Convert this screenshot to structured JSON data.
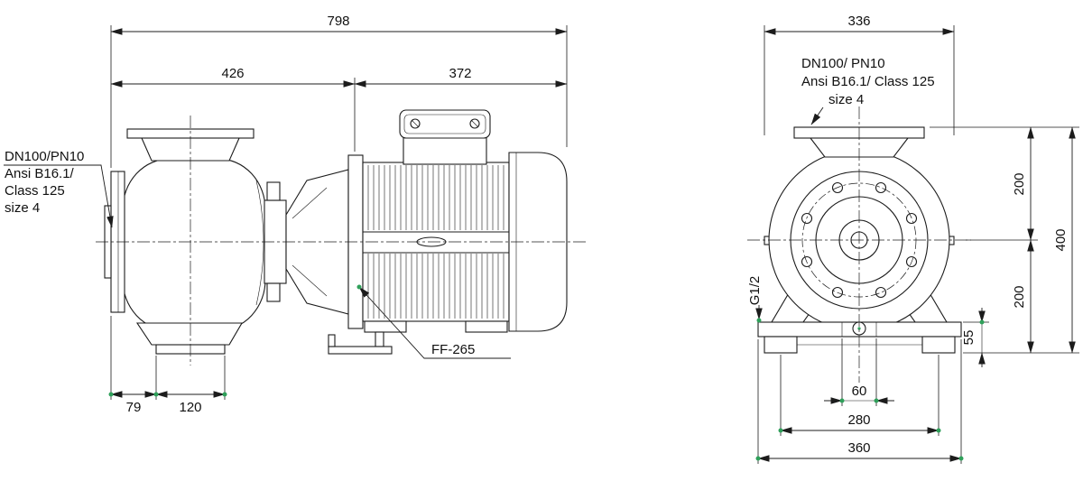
{
  "side_view": {
    "dim_overall": "798",
    "dim_pump_length": "426",
    "dim_motor_length": "372",
    "dim_foot_offset": "79",
    "dim_foot_span": "120",
    "label_mounting": "FF-265",
    "flange_label": {
      "line1": "DN100/PN10",
      "line2": "Ansi B16.1/",
      "line3": "Class 125",
      "line4": "size 4"
    }
  },
  "end_view": {
    "dim_width": "336",
    "dim_flange_to_center": "200",
    "dim_center_to_base": "200",
    "dim_total_height": "400",
    "dim_base_height": "55",
    "dim_anchor_slot_spacing": "60",
    "dim_foot_hole_spacing": "280",
    "dim_base_width": "360",
    "label_drain_plug": "G1/2",
    "flange_label": {
      "line1": "DN100/ PN10",
      "line2": "Ansi B16.1/ Class 125",
      "line3": "size 4"
    }
  },
  "colors": {
    "line": "#1c1c1c",
    "marker_green": "#2fa05a",
    "background": "#ffffff"
  }
}
